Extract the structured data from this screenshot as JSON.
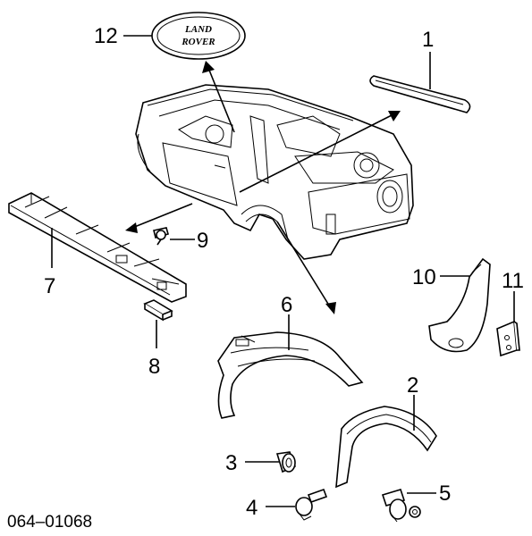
{
  "logo": {
    "line1": "LAND",
    "line2": "ROVER"
  },
  "callouts": {
    "c1": "1",
    "c2": "2",
    "c3": "3",
    "c4": "4",
    "c5": "5",
    "c6": "6",
    "c7": "7",
    "c8": "8",
    "c9": "9",
    "c10": "10",
    "c11": "11",
    "c12": "12"
  },
  "reference_number": "064–01068"
}
